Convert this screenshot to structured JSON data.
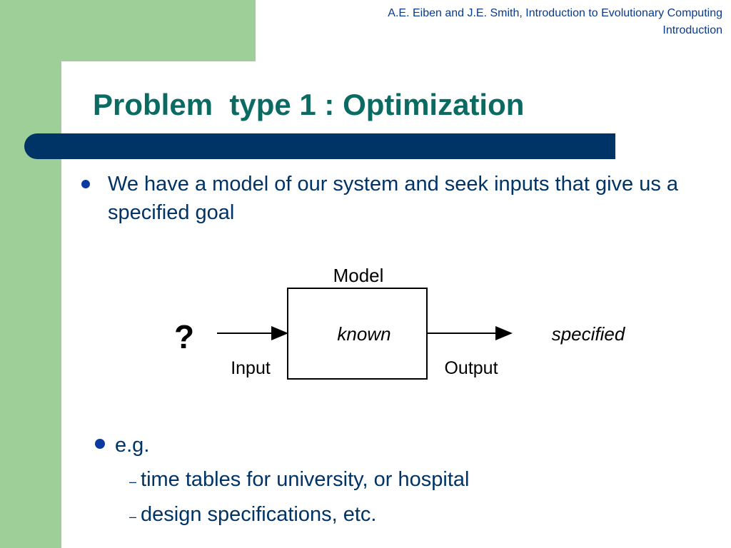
{
  "header": {
    "line1": "A.E. Eiben and J.E. Smith, Introduction to Evolutionary Computing",
    "line2": "Introduction"
  },
  "slide": {
    "title": "Problem  type 1 : Optimization",
    "bullet1": "We have a model of our system and seek inputs that give us a specified goal",
    "bullet2": "e.g.",
    "sub1": "time tables for university, or hospital",
    "sub2": "design specifications, etc.",
    "dash": "–"
  },
  "diagram": {
    "model_label": "Model",
    "box_text": "known",
    "input_symbol": "?",
    "input_label": "Input",
    "output_label": "Output",
    "output_value": "specified"
  },
  "colors": {
    "green": "#9ecf98",
    "title": "#0b6b62",
    "bar": "#003466",
    "text": "#003366"
  }
}
